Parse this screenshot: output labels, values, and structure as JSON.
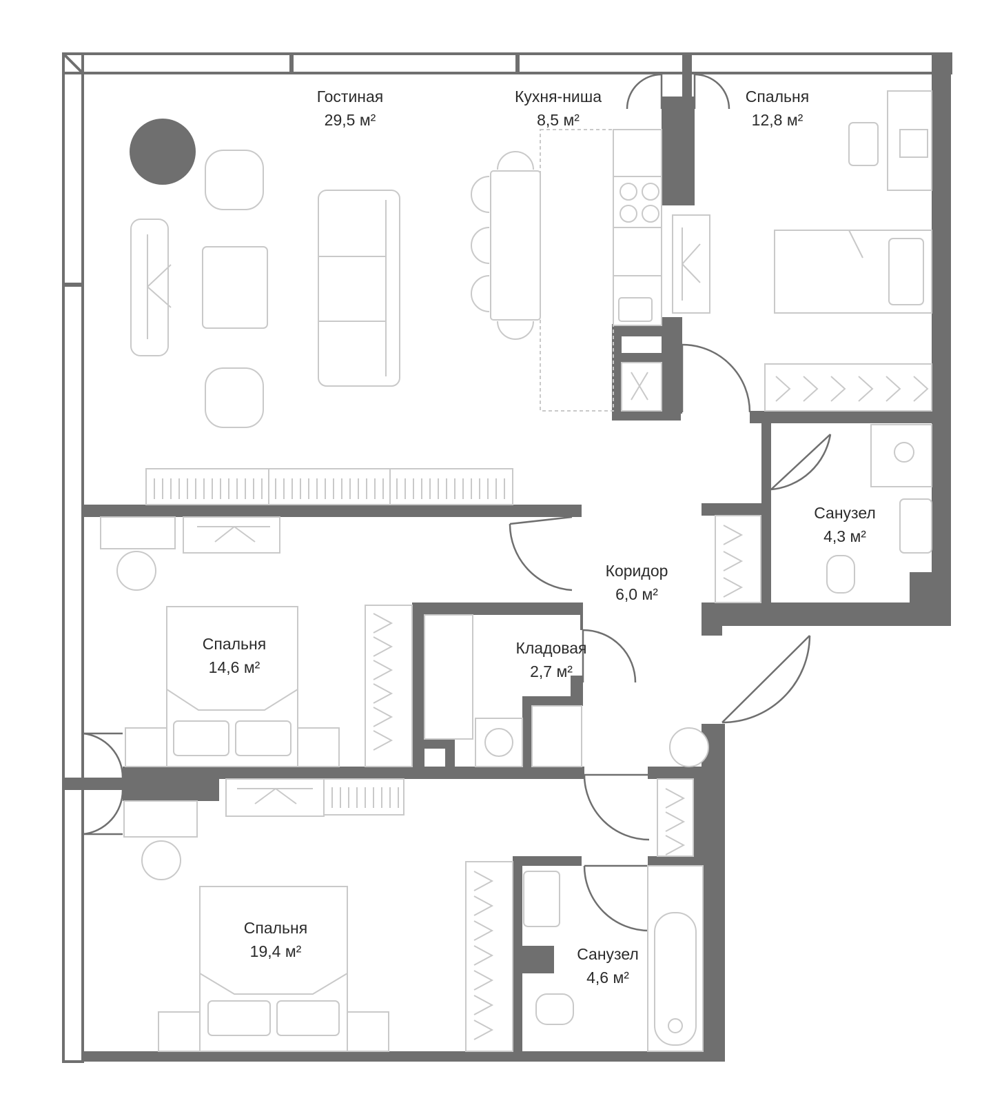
{
  "plan": {
    "rooms": [
      {
        "id": "living",
        "name": "Гостиная",
        "area": "29,5 м²"
      },
      {
        "id": "kitchen",
        "name": "Кухня-ниша",
        "area": "8,5 м²"
      },
      {
        "id": "bedroom-ne",
        "name": "Спальня",
        "area": "12,8 м²"
      },
      {
        "id": "bath-e",
        "name": "Санузел",
        "area": "4,3 м²"
      },
      {
        "id": "corridor",
        "name": "Коридор",
        "area": "6,0 м²"
      },
      {
        "id": "storage",
        "name": "Кладовая",
        "area": "2,7 м²"
      },
      {
        "id": "bedroom-w",
        "name": "Спальня",
        "area": "14,6 м²"
      },
      {
        "id": "bedroom-sw",
        "name": "Спальня",
        "area": "19,4 м²"
      },
      {
        "id": "bath-s",
        "name": "Санузел",
        "area": "4,6 м²"
      }
    ]
  },
  "colors": {
    "wall": "#6f6f6f",
    "furniture": "#c9c9c9",
    "text": "#2b2b2b"
  }
}
